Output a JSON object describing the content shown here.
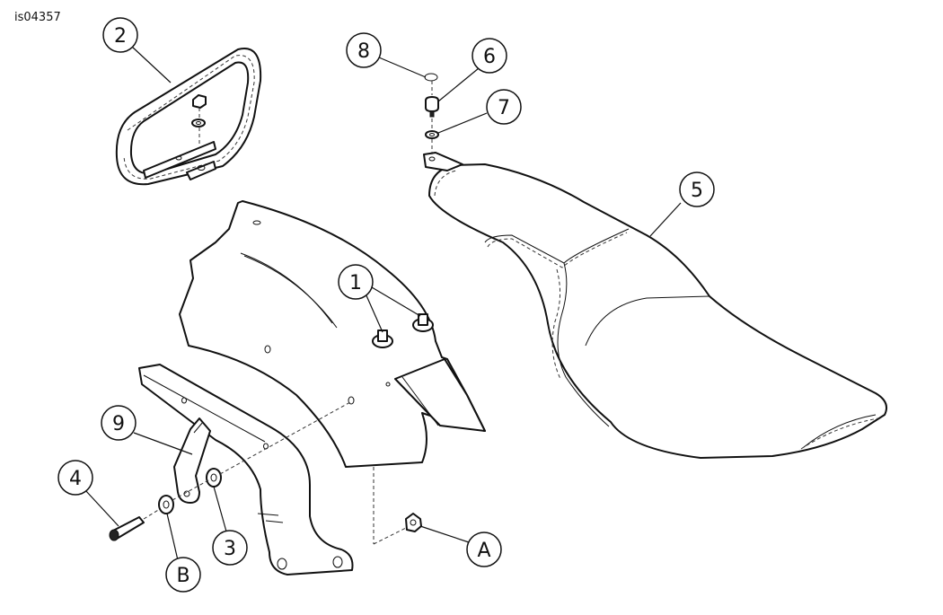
{
  "figure_id": "is04357",
  "callouts": {
    "c1": "1",
    "c2": "2",
    "c3": "3",
    "c4": "4",
    "c5": "5",
    "c6": "6",
    "c7": "7",
    "c8": "8",
    "c9": "9",
    "cA": "A",
    "cB": "B"
  }
}
